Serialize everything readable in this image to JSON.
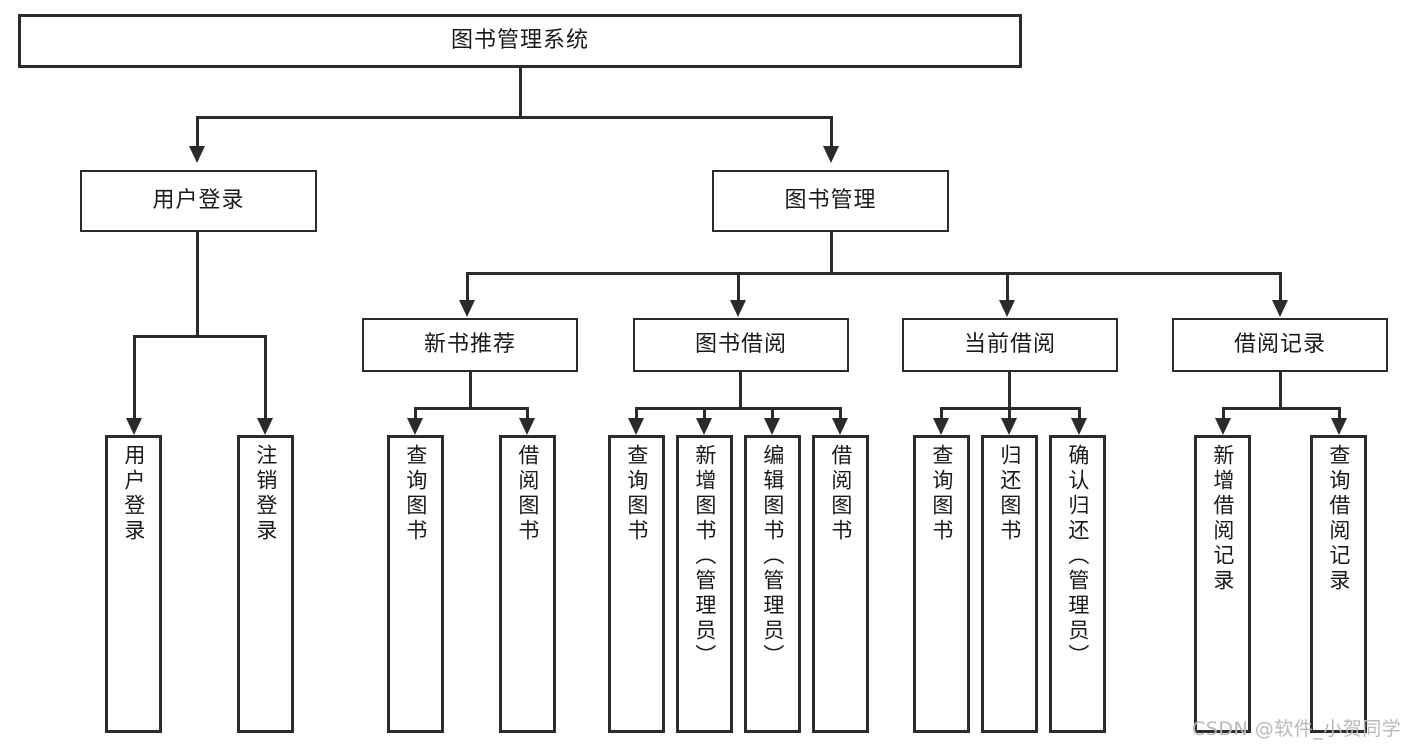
{
  "diagram": {
    "title": "图书管理系统",
    "watermark": "CSDN @软件_小贺同学",
    "root": {
      "label": "图书管理系统"
    },
    "level2": [
      {
        "label": "用户登录"
      },
      {
        "label": "图书管理"
      }
    ],
    "level3": [
      {
        "label": "新书推荐"
      },
      {
        "label": "图书借阅"
      },
      {
        "label": "当前借阅"
      },
      {
        "label": "借阅记录"
      }
    ],
    "leaves": [
      {
        "label": "用户登录"
      },
      {
        "label": "注销登录"
      },
      {
        "label": "查询图书"
      },
      {
        "label": "借阅图书"
      },
      {
        "label": "查询图书"
      },
      {
        "label": "新增图书（管理员）"
      },
      {
        "label": "编辑图书（管理员）"
      },
      {
        "label": "借阅图书"
      },
      {
        "label": "查询图书"
      },
      {
        "label": "归还图书"
      },
      {
        "label": "确认归还（管理员）"
      },
      {
        "label": "新增借阅记录"
      },
      {
        "label": "查询借阅记录"
      }
    ],
    "colors": {
      "stroke": "#2b2b2b",
      "fill": "#ffffff",
      "text": "#1a1a1a",
      "watermark": "#b9b9b9"
    }
  }
}
